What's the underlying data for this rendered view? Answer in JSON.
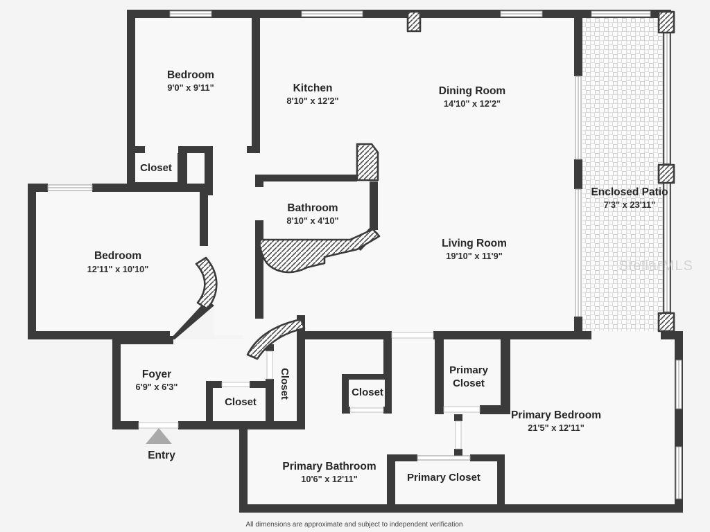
{
  "page": {
    "watermark": "StellarMLS",
    "disclaimer": "All dimensions are approximate and subject to independent verification"
  },
  "colors": {
    "wall": "#3b3b3b",
    "floor": "#f8f8f8",
    "background": "#f4f4f4",
    "entry_arrow": "#a9a9a9",
    "watermark": "#c6c6c6",
    "label_text": "#262626"
  },
  "rooms": {
    "bedroom_top": {
      "name": "Bedroom",
      "dims": "9'0\" x 9'11\""
    },
    "kitchen": {
      "name": "Kitchen",
      "dims": "8'10\" x 12'2\""
    },
    "dining_room": {
      "name": "Dining Room",
      "dims": "14'10\" x 12'2\""
    },
    "closet_top": {
      "name": "Closet"
    },
    "bedroom_left": {
      "name": "Bedroom",
      "dims": "12'11\" x 10'10\""
    },
    "bathroom": {
      "name": "Bathroom",
      "dims": "8'10\" x 4'10\""
    },
    "enclosed_patio": {
      "name": "Enclosed Patio",
      "dims": "7'3\" x 23'11\""
    },
    "living_room": {
      "name": "Living Room",
      "dims": "19'10\" x 11'9\""
    },
    "foyer": {
      "name": "Foyer",
      "dims": "6'9\" x 6'3\""
    },
    "closet_hall": {
      "name": "Closet"
    },
    "closet_foyer": {
      "name": "Closet"
    },
    "closet_mid": {
      "name": "Closet"
    },
    "primary_closet_top": {
      "lines": [
        "Primary",
        "Closet"
      ]
    },
    "primary_bedroom": {
      "name": "Primary Bedroom",
      "dims": "21'5\" x 12'11\""
    },
    "primary_bathroom": {
      "name": "Primary Bathroom",
      "dims": "10'6\" x 12'11\""
    },
    "primary_closet_bottom": {
      "name": "Primary Closet"
    },
    "entry": {
      "name": "Entry"
    }
  }
}
